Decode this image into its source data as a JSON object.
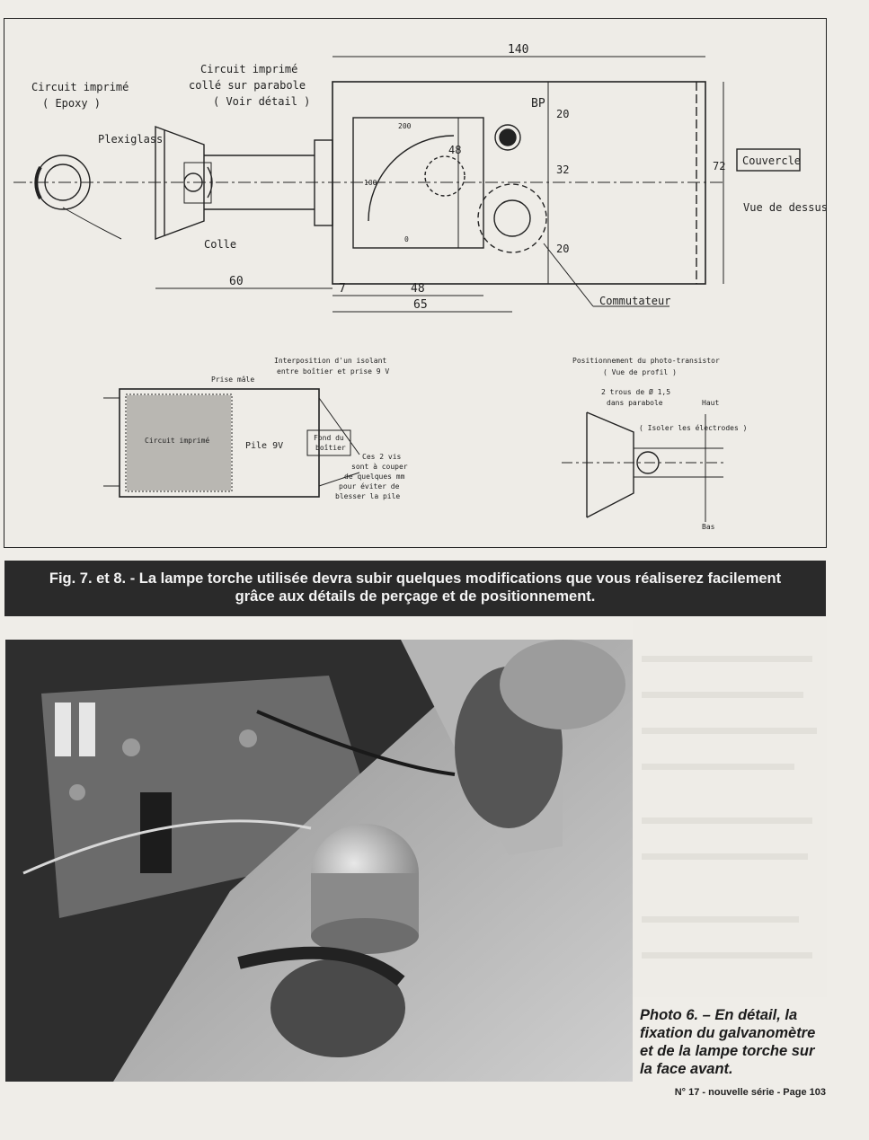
{
  "figure": {
    "labels": {
      "circuit_epoxy_1": "Circuit imprimé",
      "circuit_epoxy_2": "( Epoxy )",
      "circuit_colle_1": "Circuit imprimé",
      "circuit_colle_2": "collé sur parabole",
      "voir_detail": "( Voir détail )",
      "plexiglass": "Plexiglass",
      "colle": "Colle",
      "bp": "BP",
      "couvercle": "Couvercle",
      "vue_dessus": "Vue de dessus",
      "commutateur": "Commutateur",
      "interposition_1": "Interposition d'un isolant",
      "interposition_2": "entre boîtier et prise 9 V",
      "prise_male": "Prise mâle",
      "circuit_imprime": "Circuit imprimé",
      "pile": "Pile 9V",
      "fond_1": "Fond du",
      "fond_2": "boîtier",
      "vis_1": "Ces 2 vis",
      "vis_2": "sont à couper",
      "vis_3": "de quelques mm",
      "vis_4": "pour éviter de",
      "vis_5": "blesser la pile",
      "position_1": "Positionnement du photo-transistor",
      "position_2": "( Vue de profil )",
      "trous_1": "2 trous de Ø 1,5",
      "trous_2": "dans parabole",
      "haut": "Haut",
      "isoler": "( Isoler les électrodes )",
      "bas": "Bas"
    },
    "dims": {
      "d140": "140",
      "d60": "60",
      "d7": "7",
      "d48h": "48",
      "d65": "65",
      "d20a": "20",
      "d32": "32",
      "d20b": "20",
      "d72": "72",
      "d48v": "48",
      "scale100": "100",
      "scale0": "0",
      "scale200": "200"
    }
  },
  "caption": {
    "line1": "Fig. 7. et 8. - La lampe torche utilisée devra subir quelques modifications que vous réaliserez facilement",
    "line2": "grâce aux détails de perçage et de positionnement."
  },
  "photo_caption": {
    "line1": "Photo 6. – En détail, la",
    "line2": "fixation du galvanomètre",
    "line3": "et de la lampe torche sur",
    "line4": "la face avant."
  },
  "footer": {
    "text": "N° 17 - nouvelle série - Page 103"
  }
}
